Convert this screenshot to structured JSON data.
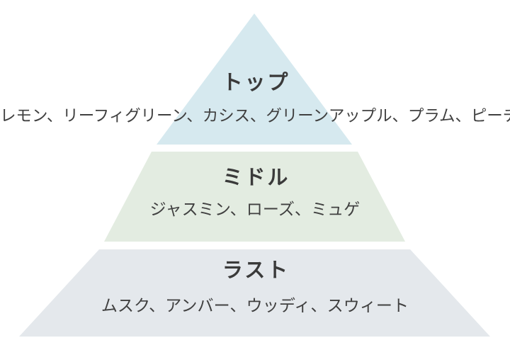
{
  "diagram": {
    "type": "fragrance-pyramid",
    "background_color": "#ffffff",
    "heading_color": "#3a3a3a",
    "notes_color": "#404040",
    "tiers": [
      {
        "id": "top",
        "heading": "トップ",
        "notes": "レモン、リーフィグリーン、カシス、グリーンアップル、プラム、ピーチ",
        "fill": "#d6e9ef"
      },
      {
        "id": "middle",
        "heading": "ミドル",
        "notes": "ジャスミン、ローズ、ミュゲ",
        "fill": "#e3ece1"
      },
      {
        "id": "last",
        "heading": "ラスト",
        "notes": "ムスク、アンバー、ウッディ、スウィート",
        "fill": "#e4e8ec"
      }
    ]
  }
}
